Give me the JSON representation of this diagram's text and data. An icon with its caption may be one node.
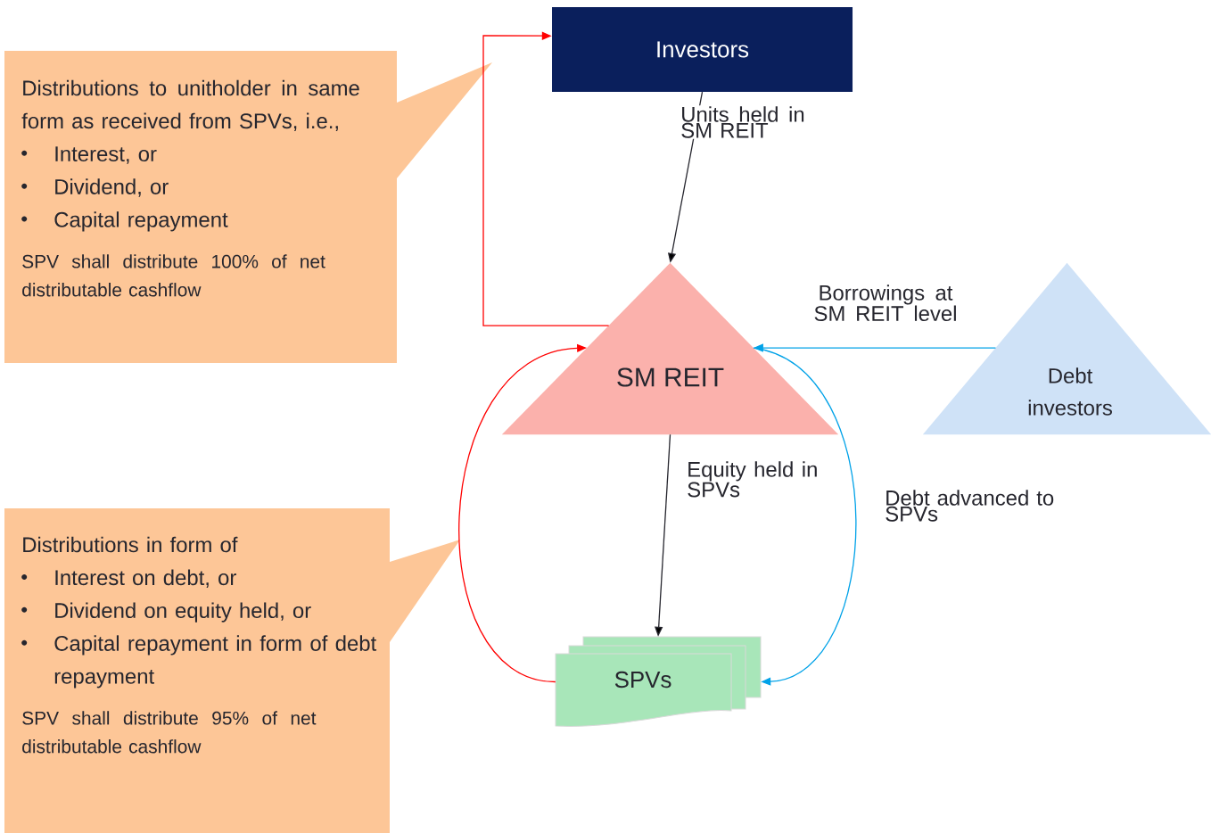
{
  "diagram": {
    "nodes": [
      {
        "text": [
          "Investors"
        ]
      },
      {
        "text": [
          "SM REIT"
        ]
      },
      {
        "text": [
          "Debt investors"
        ]
      },
      {
        "text": [
          "SPVs"
        ]
      },
      {
        "text": [
          "Distributions to unitholder in same form as received from SPVs, i.e.,",
          "Interest, or",
          "Dividend, or",
          "Capital repayment",
          "SPV shall distribute 100% of net distributable cashflow"
        ]
      },
      {
        "text": [
          "Distributions in form of",
          "Interest on debt, or",
          "Dividend on equity held, or",
          "Capital repayment in form of debt repayment",
          "SPV shall distribute 95% of net distributable cashflow"
        ]
      }
    ],
    "edges": [
      {
        "from": 0,
        "to": 1,
        "arrow": "to",
        "label": "Units held in SM REIT"
      },
      {
        "from": 1,
        "to": 0,
        "arrow": "to",
        "color": "#ff0000"
      },
      {
        "from": 2,
        "to": 1,
        "arrow": "to",
        "color": "#00a2e8",
        "label": "Borrowings at SM REIT level"
      },
      {
        "from": 1,
        "to": 3,
        "arrow": "to",
        "label": "Equity held in SPVs"
      },
      {
        "from": 3,
        "to": 1,
        "arrow": "to",
        "color": "#ff0000"
      },
      {
        "from": 1,
        "to": 3,
        "arrow": "to",
        "color": "#00a2e8",
        "label": "Debt advanced to SPVs"
      }
    ]
  }
}
